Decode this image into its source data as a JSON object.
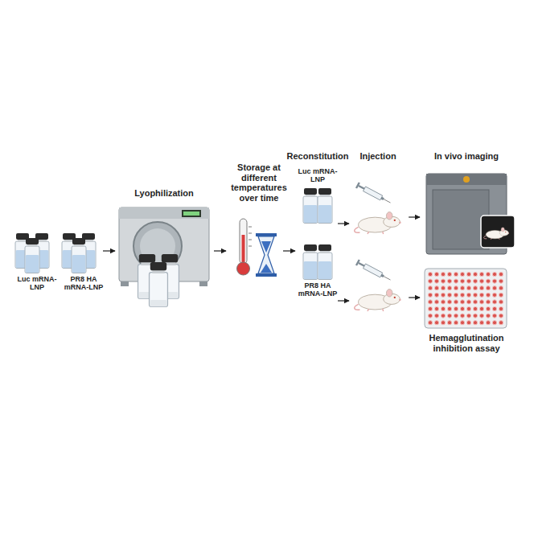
{
  "diagram": {
    "labels": [
      "Luc mRNA-LNP",
      "PR8 HA mRNA-LNP",
      "Lyophilization",
      "Storage at different temperatures over time",
      "Reconstitution",
      "Luc mRNA-LNP",
      "PR8 HA mRNA-LNP",
      "Injection",
      "In vivo imaging",
      "Hemagglutination inhibition assay"
    ]
  }
}
